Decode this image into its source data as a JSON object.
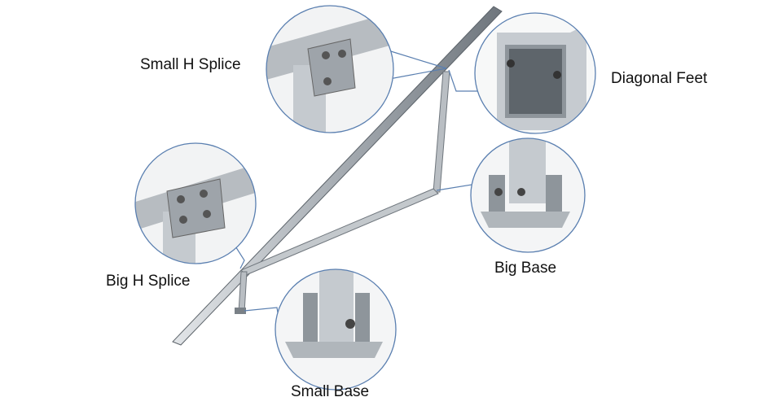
{
  "labels": {
    "small_h_splice": "Small H Splice",
    "diagonal_feet": "Diagonal Feet",
    "big_h_splice": "Big H Splice",
    "big_base": "Big Base",
    "small_base": "Small Base"
  },
  "colors": {
    "metal_light": "#c9cdd1",
    "metal_mid": "#a7adb3",
    "metal_dark": "#6f767d",
    "callout_line": "#5a7fb0"
  }
}
